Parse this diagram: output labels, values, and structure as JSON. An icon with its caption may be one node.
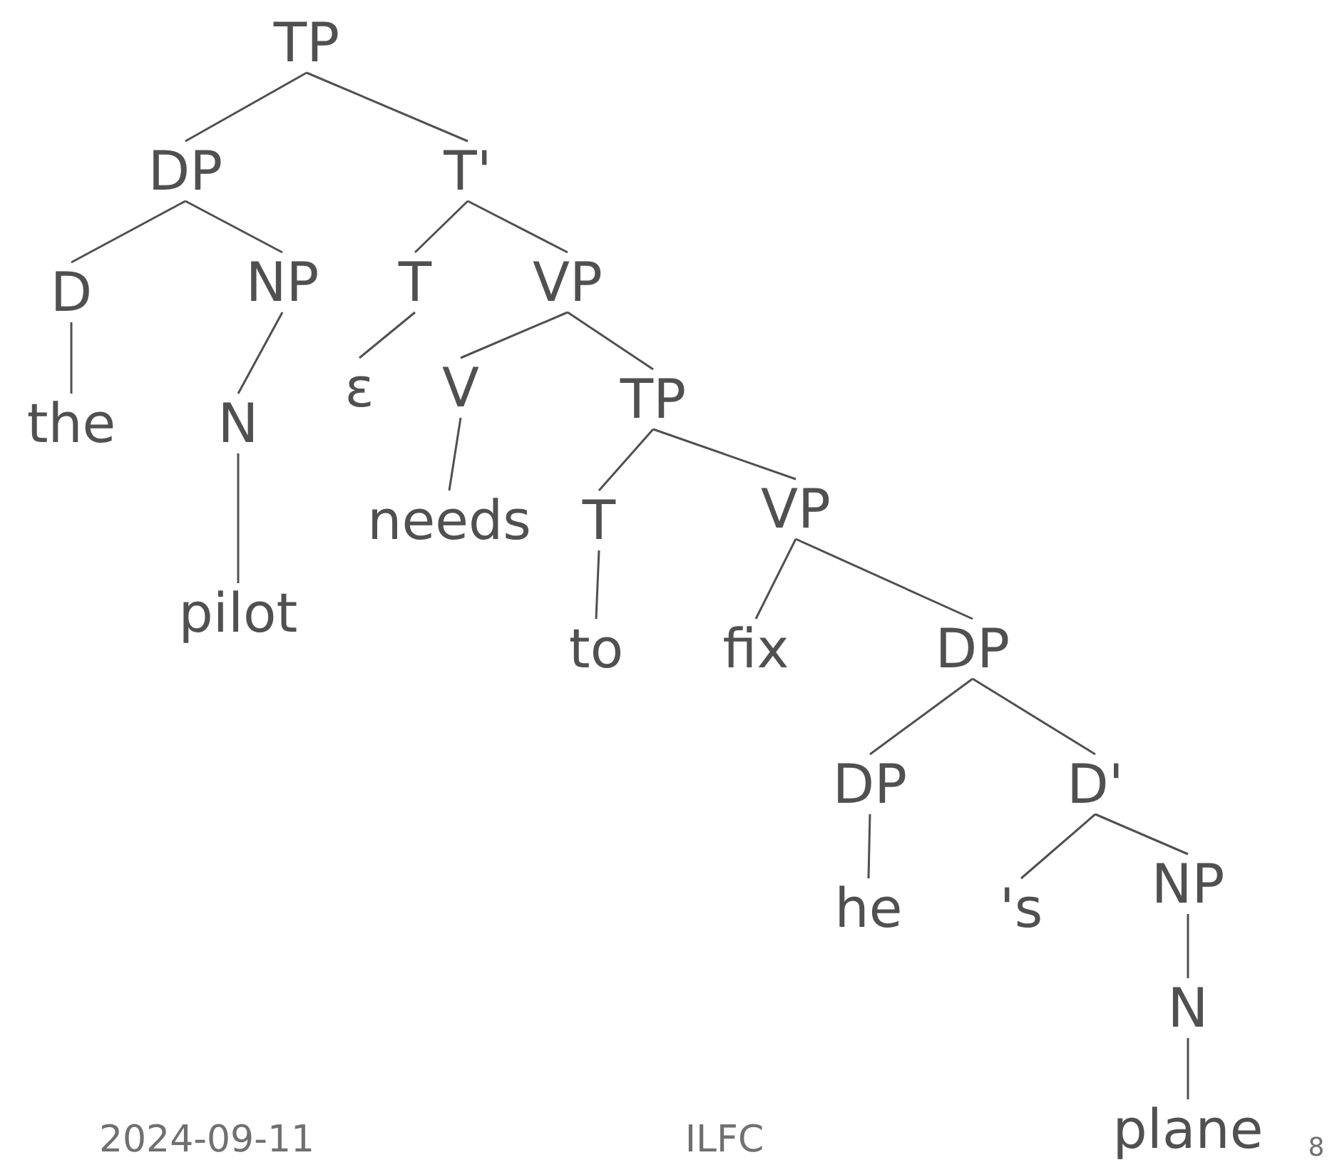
{
  "diagram": {
    "nodes": [
      {
        "text": [
          "TP"
        ]
      },
      {
        "text": [
          "DP"
        ]
      },
      {
        "text": [
          "T'"
        ]
      },
      {
        "text": [
          "D"
        ]
      },
      {
        "text": [
          "NP"
        ]
      },
      {
        "text": [
          "T"
        ]
      },
      {
        "text": [
          "VP"
        ]
      },
      {
        "text": [
          "the"
        ]
      },
      {
        "text": [
          "N"
        ]
      },
      {
        "text": [
          "ε"
        ]
      },
      {
        "text": [
          "V"
        ]
      },
      {
        "text": [
          "TP"
        ]
      },
      {
        "text": [
          "pilot"
        ]
      },
      {
        "text": [
          "needs"
        ]
      },
      {
        "text": [
          "T"
        ]
      },
      {
        "text": [
          "VP"
        ]
      },
      {
        "text": [
          "to"
        ]
      },
      {
        "text": [
          "fix"
        ]
      },
      {
        "text": [
          "DP"
        ]
      },
      {
        "text": [
          "DP"
        ]
      },
      {
        "text": [
          "D'"
        ]
      },
      {
        "text": [
          "he"
        ]
      },
      {
        "text": [
          "'s"
        ]
      },
      {
        "text": [
          "NP"
        ]
      },
      {
        "text": [
          "N"
        ]
      },
      {
        "text": [
          "plane"
        ]
      }
    ],
    "edges": [
      {
        "from": 0,
        "to": 1,
        "arrow": "none"
      },
      {
        "from": 0,
        "to": 2,
        "arrow": "none"
      },
      {
        "from": 1,
        "to": 3,
        "arrow": "none"
      },
      {
        "from": 1,
        "to": 4,
        "arrow": "none"
      },
      {
        "from": 2,
        "to": 5,
        "arrow": "none"
      },
      {
        "from": 2,
        "to": 6,
        "arrow": "none"
      },
      {
        "from": 3,
        "to": 7,
        "arrow": "none"
      },
      {
        "from": 4,
        "to": 8,
        "arrow": "none"
      },
      {
        "from": 5,
        "to": 9,
        "arrow": "none"
      },
      {
        "from": 6,
        "to": 10,
        "arrow": "none"
      },
      {
        "from": 6,
        "to": 11,
        "arrow": "none"
      },
      {
        "from": 8,
        "to": 12,
        "arrow": "none"
      },
      {
        "from": 10,
        "to": 13,
        "arrow": "none"
      },
      {
        "from": 11,
        "to": 14,
        "arrow": "none"
      },
      {
        "from": 11,
        "to": 15,
        "arrow": "none"
      },
      {
        "from": 14,
        "to": 16,
        "arrow": "none"
      },
      {
        "from": 15,
        "to": 17,
        "arrow": "none"
      },
      {
        "from": 15,
        "to": 18,
        "arrow": "none"
      },
      {
        "from": 18,
        "to": 19,
        "arrow": "none"
      },
      {
        "from": 18,
        "to": 20,
        "arrow": "none"
      },
      {
        "from": 19,
        "to": 21,
        "arrow": "none"
      },
      {
        "from": 20,
        "to": 22,
        "arrow": "none"
      },
      {
        "from": 20,
        "to": 23,
        "arrow": "none"
      },
      {
        "from": 23,
        "to": 24,
        "arrow": "none"
      },
      {
        "from": 24,
        "to": 25,
        "arrow": "none"
      }
    ],
    "labels": [
      "2024-09-11",
      "ILFC",
      "8"
    ]
  }
}
